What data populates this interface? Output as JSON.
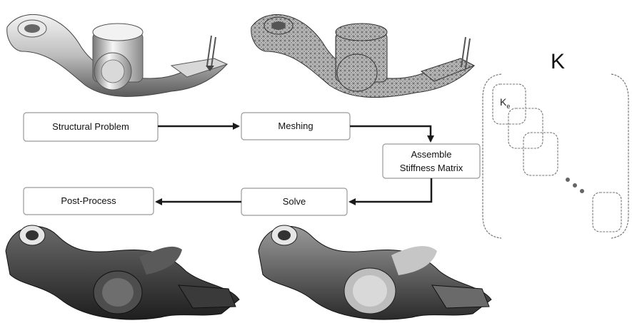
{
  "flow": {
    "structural_problem": "Structural Problem",
    "meshing": "Meshing",
    "assemble_line1": "Assemble",
    "assemble_line2": "Stiffness Matrix",
    "solve": "Solve",
    "post_process": "Post-Process"
  },
  "matrix": {
    "title": "K",
    "element_label": "K",
    "element_subscript": "e"
  },
  "colors": {
    "arrow": "#1a1a1a",
    "box_border": "#9a9a9a",
    "part_light": "#cfcfcf",
    "part_dark": "#3a3a3a",
    "dots": "#666666"
  }
}
